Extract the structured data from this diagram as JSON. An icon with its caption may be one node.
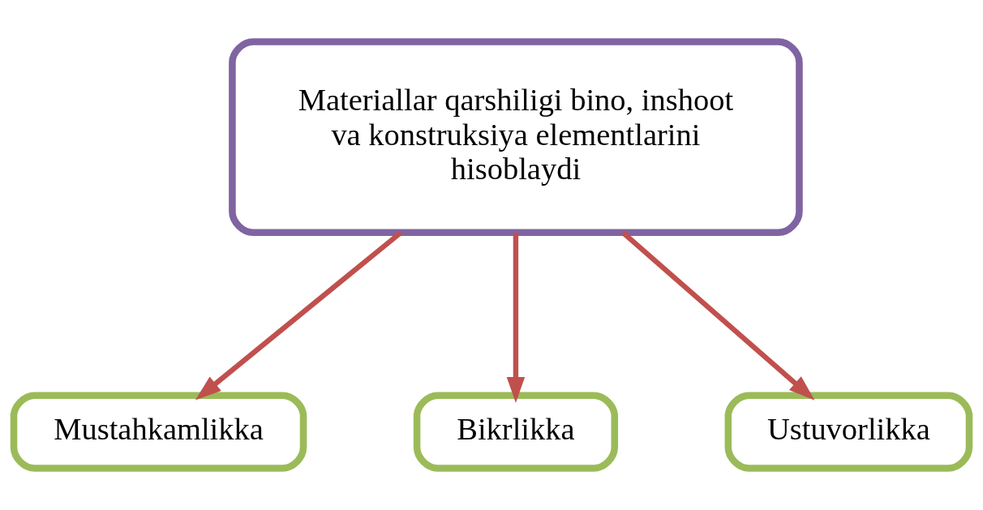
{
  "diagram": {
    "nodes": [
      {
        "text": [
          "Materiallar qarshiligi bino, inshoot va konstruksiya elementlarini hisoblaydi"
        ]
      },
      {
        "text": [
          "Mustahkamlikka"
        ]
      },
      {
        "text": [
          "Bikrlikka"
        ]
      },
      {
        "text": [
          "Ustuvorlikka"
        ]
      }
    ],
    "edges": [
      {
        "from": 0,
        "to": 1,
        "arrow": "to"
      },
      {
        "from": 0,
        "to": 2,
        "arrow": "to"
      },
      {
        "from": 0,
        "to": 3,
        "arrow": "to"
      }
    ]
  }
}
